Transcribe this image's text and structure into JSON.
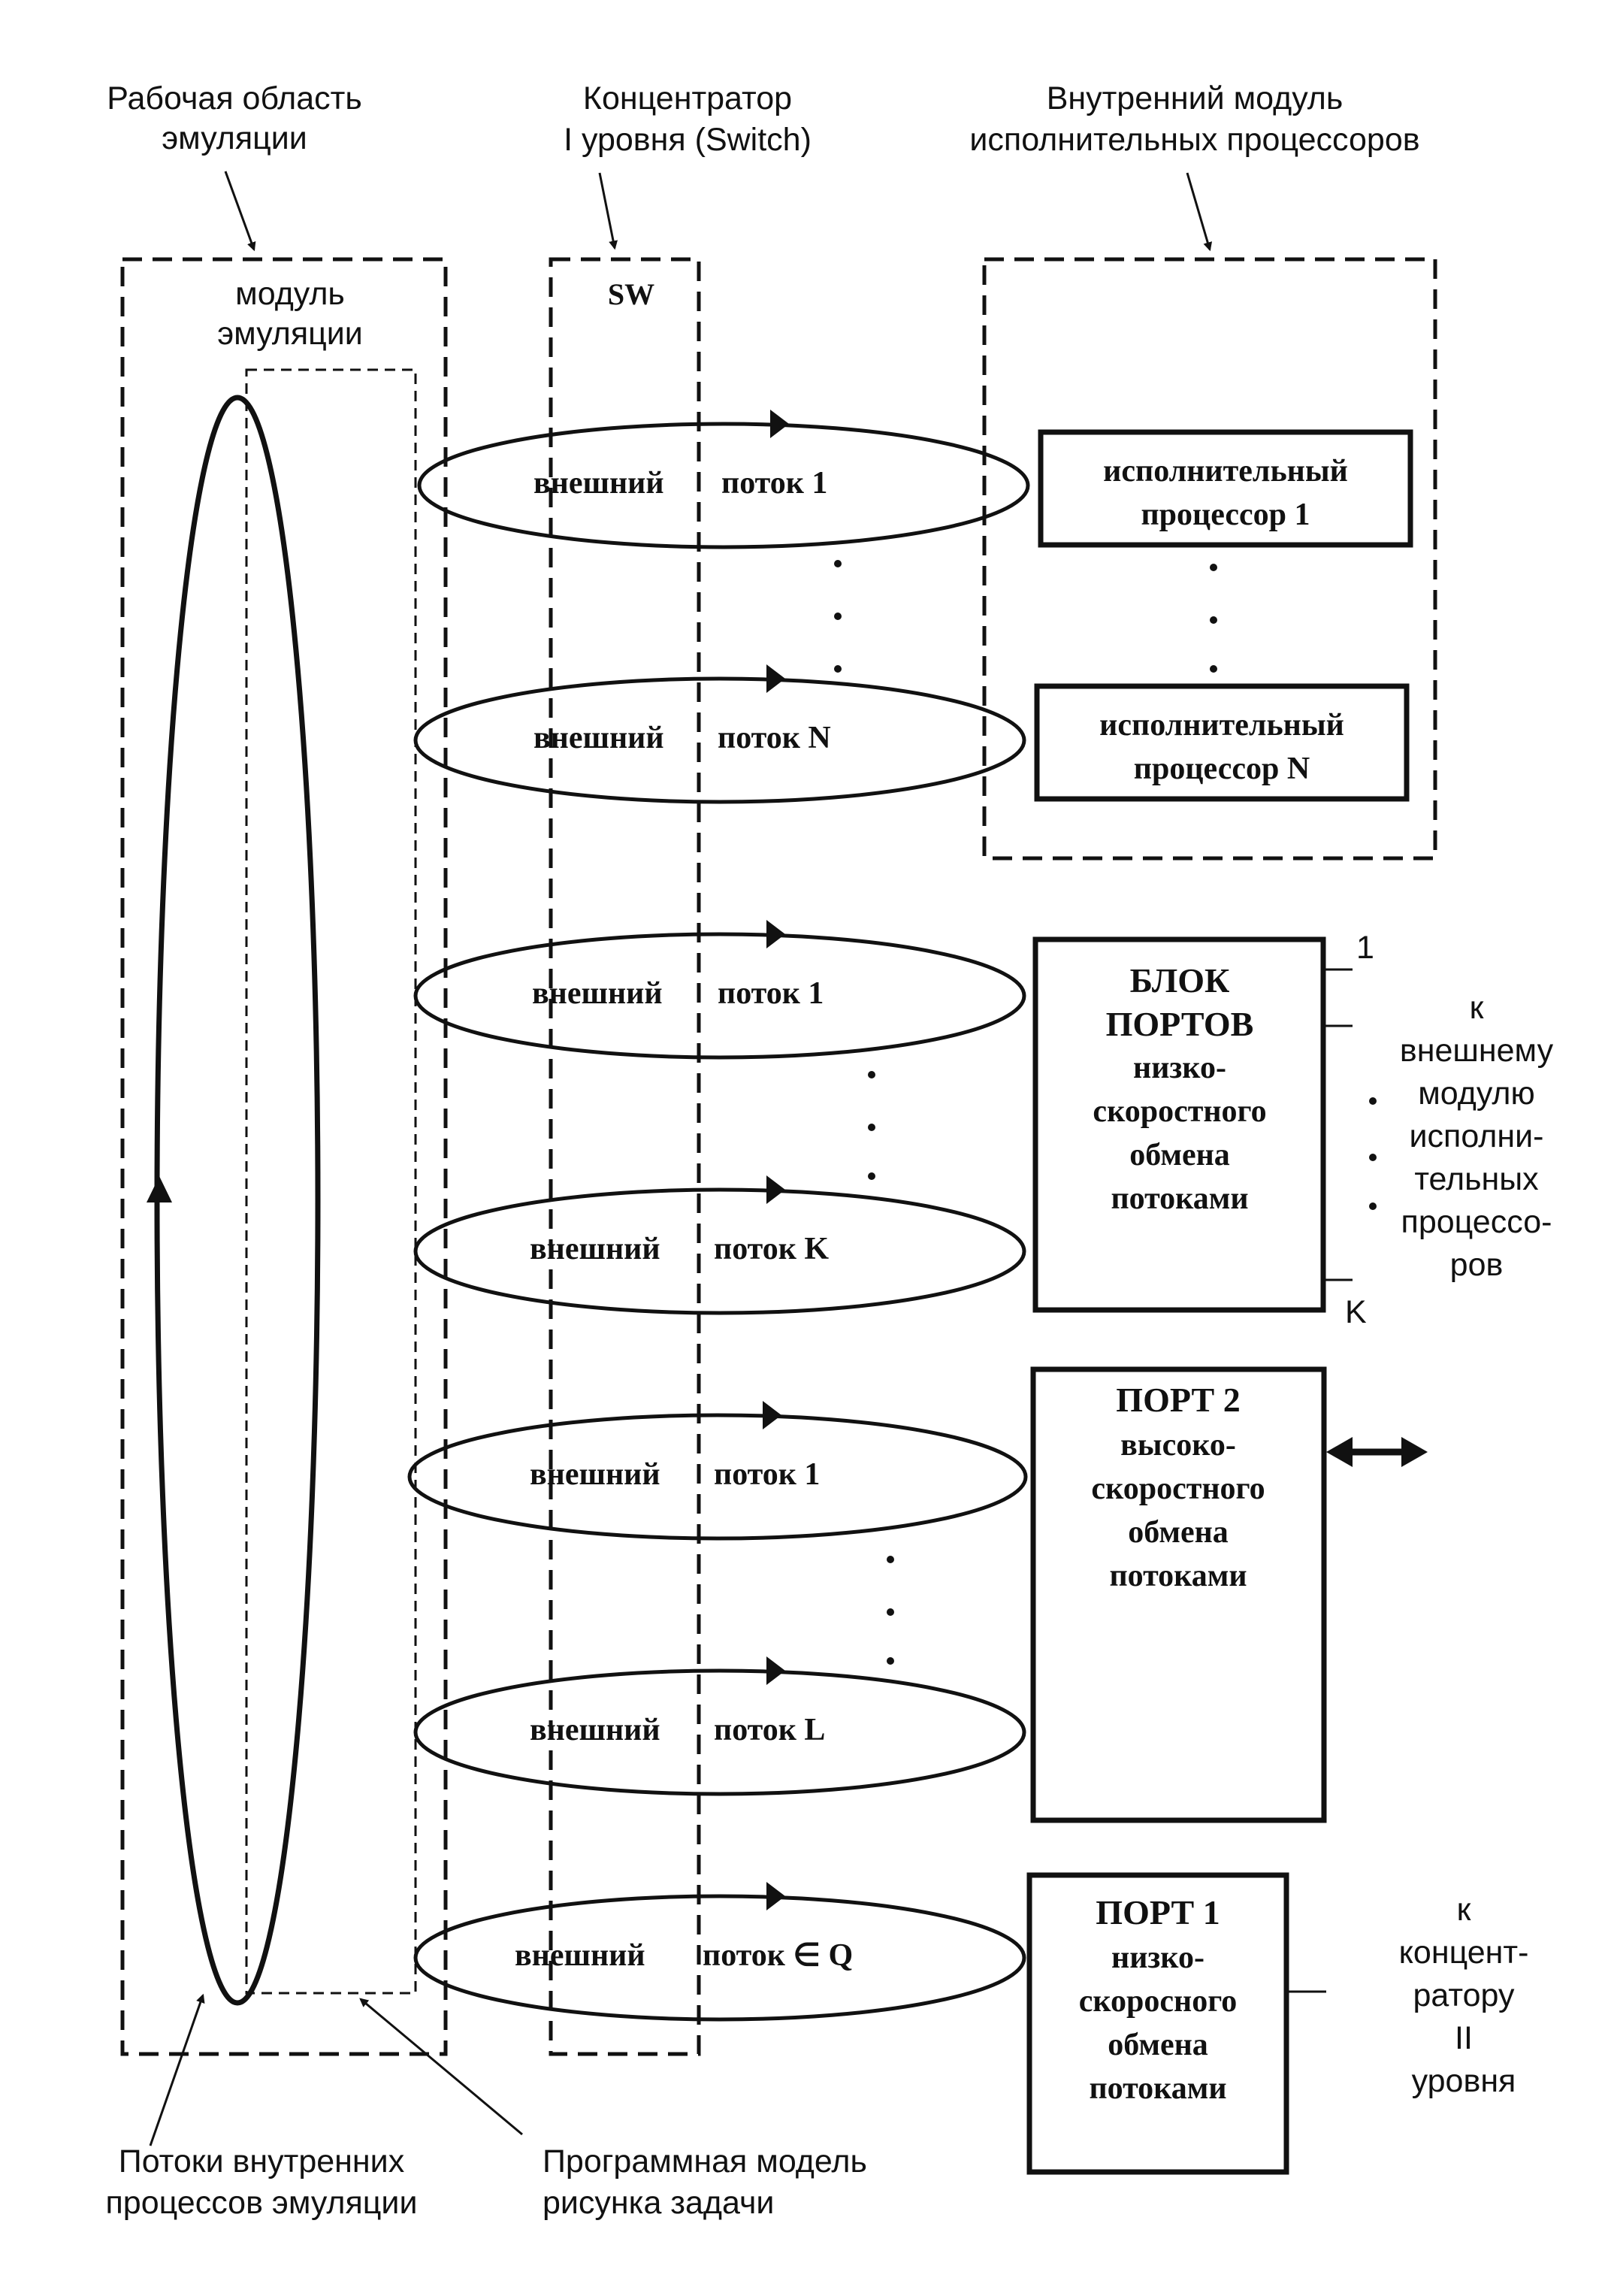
{
  "labels": {
    "work_area": [
      "Рабочая  область",
      "эмуляции"
    ],
    "switch_label": [
      "Концентратор",
      "I  уровня    (Switch)"
    ],
    "inner_module": [
      "Внутренний модуль",
      "исполнительных процессоров"
    ],
    "emulation_module": [
      "модуль",
      "эмуляции"
    ],
    "sw": "SW",
    "internal_flows": [
      "Потоки  внутренних",
      "процессов эмуляции"
    ],
    "program_model": [
      "Программная модель",
      "рисунка задачи"
    ],
    "to_external_module": [
      "к",
      "внешнему",
      "модулю",
      "исполни-",
      "тельных",
      "процессо-",
      "ров"
    ],
    "to_concentrator": [
      "к",
      "концент-",
      "ратору",
      "II",
      "уровня"
    ],
    "port_num_1": "1",
    "port_num_k": "K"
  },
  "flows": [
    {
      "id": "flow-1-a",
      "word": "внешний",
      "label": "поток 1"
    },
    {
      "id": "flow-n",
      "word": "внешний",
      "label": "поток N"
    },
    {
      "id": "flow-1-b",
      "word": "внешний",
      "label": "поток 1"
    },
    {
      "id": "flow-k",
      "word": "внешний",
      "label": "поток K"
    },
    {
      "id": "flow-1-c",
      "word": "внешний",
      "label": "поток 1"
    },
    {
      "id": "flow-l",
      "word": "внешний",
      "label": "поток L"
    },
    {
      "id": "flow-q",
      "word": "внешний",
      "label": "поток ∈ Q"
    }
  ],
  "blocks": {
    "processor_1": [
      "исполнительный",
      "процессор 1"
    ],
    "processor_n": [
      "исполнительный",
      "процессор N"
    ],
    "ports_block": [
      "БЛОК",
      "ПОРТОВ",
      "низко-",
      "скоростного",
      "обмена",
      "потоками"
    ],
    "port_2": [
      "ПОРТ  2",
      "высоко-",
      "скоростного",
      "обмена",
      "потоками"
    ],
    "port_1": [
      "ПОРТ  1",
      "низко-",
      "скоросного",
      "обмена",
      "потоками"
    ]
  }
}
